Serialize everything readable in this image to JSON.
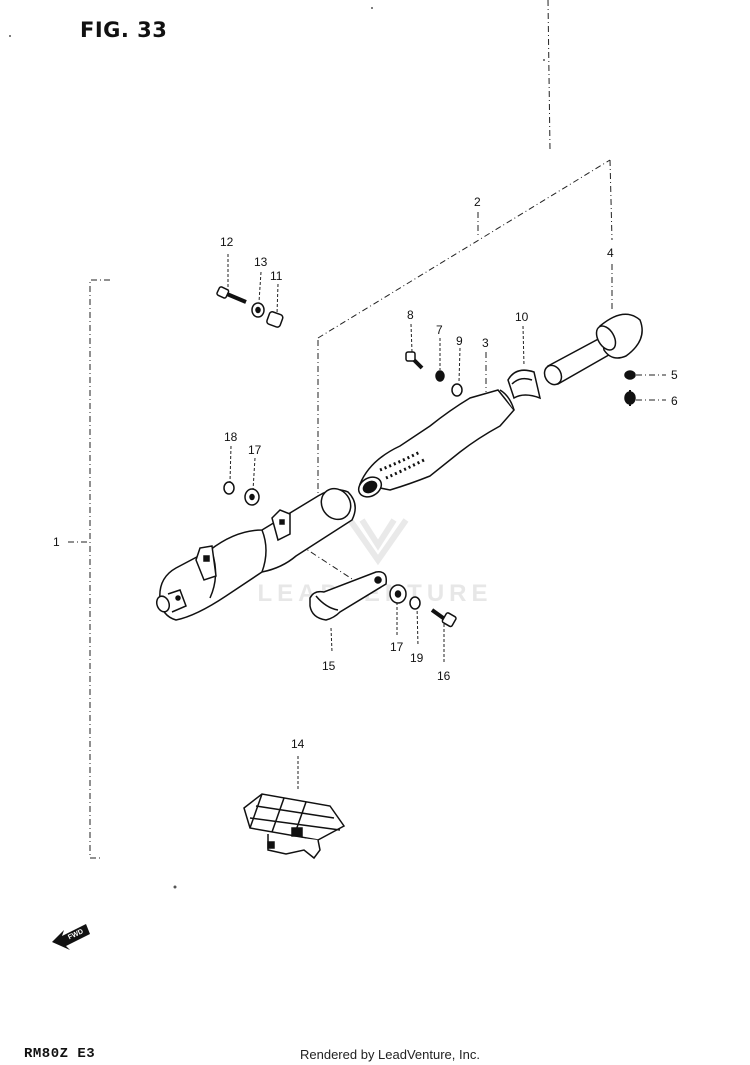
{
  "figure": {
    "title": "FIG. 33",
    "model_code": "RM80Z E3",
    "credit": "Rendered by LeadVenture, Inc.",
    "watermark": "LEADVENTURE",
    "fwd_label": "FWD"
  },
  "callouts": [
    "1",
    "2",
    "3",
    "4",
    "5",
    "6",
    "7",
    "8",
    "9",
    "10",
    "11",
    "12",
    "13",
    "14",
    "15",
    "16",
    "17",
    "17",
    "18",
    "19"
  ]
}
